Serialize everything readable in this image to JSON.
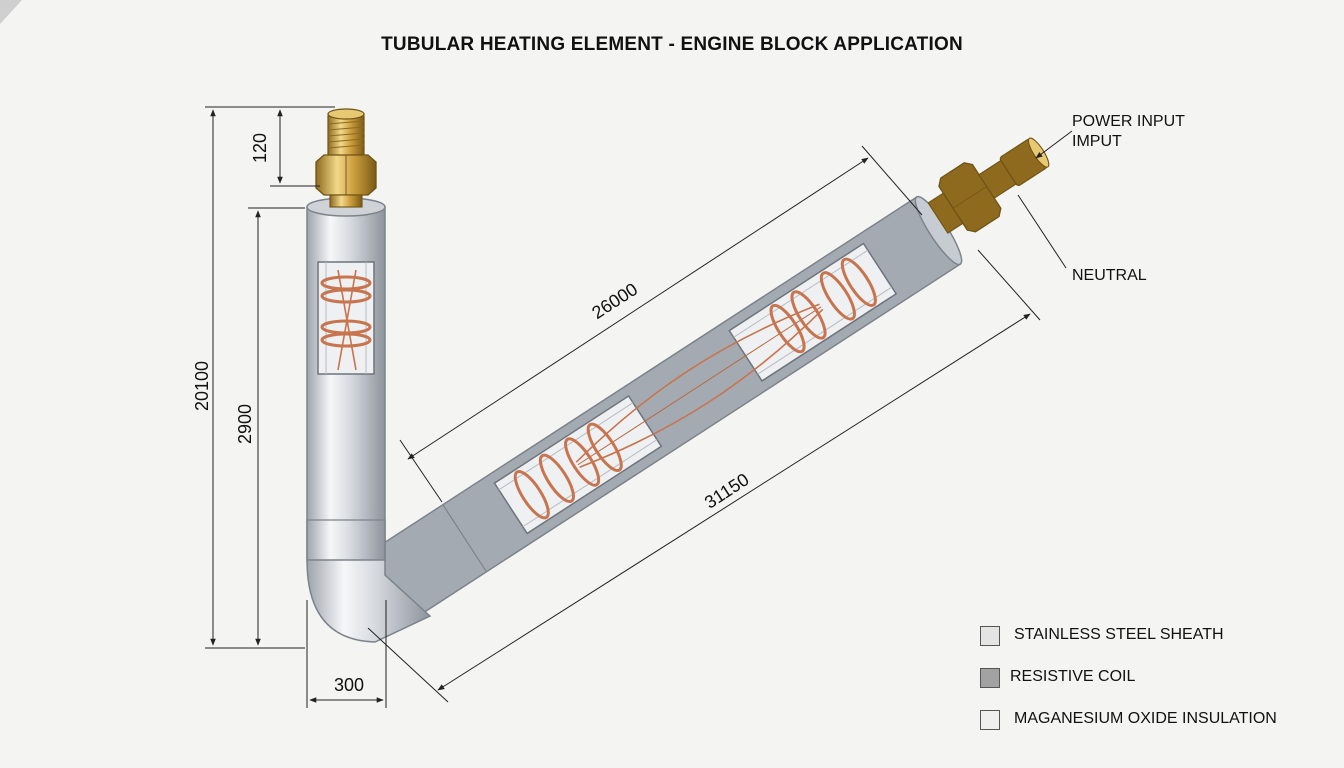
{
  "title": "TUBULAR HEATING ELEMENT - ENGINE BLOCK APPLICATION",
  "callouts": {
    "power_input": "POWER INPUT",
    "power_input_extra": "IMPUT",
    "neutral": "NEUTRAL"
  },
  "dimensions": {
    "overall_height": "20100",
    "vertical_leg": "2900",
    "fitting_height": "120",
    "horizontal_offset": "300",
    "inclined_leg": "26000",
    "overall_length": "31150"
  },
  "legend": [
    {
      "label": "STAINLESS STEEL SHEATH",
      "color": "#e4e4e4"
    },
    {
      "label": "RESISTIVE COIL",
      "color": "#a2a2a2"
    },
    {
      "label": "MAGANESIUM OXIDE INSULATION",
      "color": "#eeeeee"
    }
  ],
  "colors": {
    "steel_light": "#f7f8fa",
    "steel_dark": "#9da3ab",
    "brass_light": "#f3d98a",
    "brass_dark": "#8d6a1e",
    "copper": "#c8744e",
    "background": "#f4f4f2"
  }
}
